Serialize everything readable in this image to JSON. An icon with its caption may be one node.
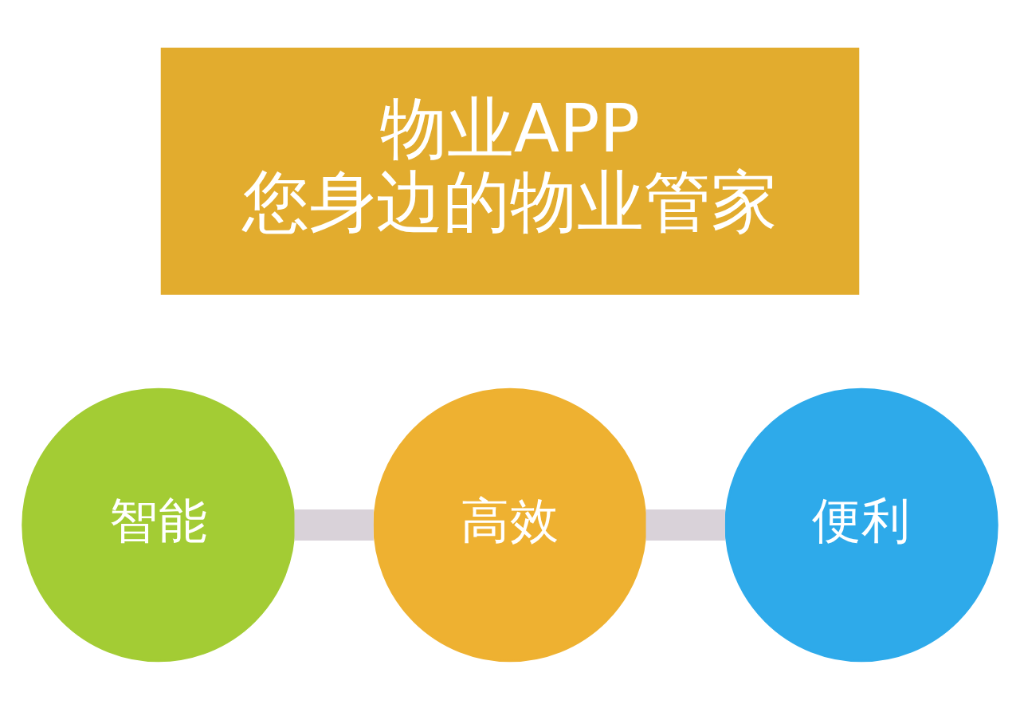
{
  "diagram": {
    "nodes": [
      {
        "text": [
          "物业APP",
          "您身边的物业管家"
        ]
      },
      {
        "text": [
          "智能"
        ]
      },
      {
        "text": [
          "高效"
        ]
      },
      {
        "text": [
          "便利"
        ]
      }
    ],
    "edges": [
      {
        "from": 1,
        "to": 2,
        "arrow": "none"
      },
      {
        "from": 2,
        "to": 3,
        "arrow": "none"
      }
    ]
  }
}
